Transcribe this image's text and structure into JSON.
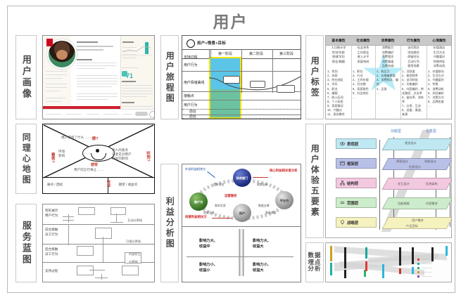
{
  "slide": {
    "title": "用户"
  },
  "sections": {
    "persona": {
      "label": "用户画像"
    },
    "empathy": {
      "label": "同理心地图"
    },
    "blueprint": {
      "label": "服务蓝图"
    },
    "journey": {
      "label": "用户旅程图"
    },
    "stakeholder": {
      "label": "利益分析图"
    },
    "tags": {
      "label": "用户标签"
    },
    "ux5": {
      "label": "用户体验五要素"
    },
    "datapoint": {
      "label": "数据埋点分析"
    }
  },
  "journey": {
    "header": "用户+情景+目标",
    "stages": [
      "第一阶段",
      "第二阶段",
      "第三阶段"
    ],
    "rows": [
      "用户行为",
      "用户情绪曲线",
      "接触点",
      "用户行为",
      "前台",
      "后台",
      "支持过程"
    ],
    "highlight_color": "#f3e500",
    "emotion_band_color": "#5bc5e8",
    "stage_band_color": "#6cc2a0"
  },
  "stakeholder": {
    "nodes": [
      "政府部门",
      "商户方",
      "平台方",
      "用户"
    ],
    "edge_labels": [
      "提供资金",
      "政策支持",
      "运营服务",
      "需求反馈",
      "数据支撑",
      "收益分成",
      "服务体验",
      "交易佣金"
    ],
    "callouts": [
      "核心利益相关者分析",
      "外部利益相关方",
      "间接利益相关方"
    ],
    "quadrants": [
      "影响力大、\n收益中",
      "影响力大、\n收益大",
      "影响力小、\n收益小",
      "影响力小、\n收益大"
    ]
  },
  "tags": {
    "columns": [
      "基本属性",
      "社会属性",
      "消费属性",
      "行为属性",
      "心理属性"
    ],
    "subs": [
      "人口统计学\n性别/年龄\n地域/学历\n职业/婚姻",
      "社会关系\n工作职业\n收入水平\n家庭构成",
      "消费能力\n消费偏好\n消费频次\n消费渠道\n品牌忠诚",
      "访问频次\n浏览路径\n停留时长\n互动行为\n使用场景",
      "价值观念\n生活方式\n兴趣爱好\n性格特征\n决策动机"
    ],
    "lists": [
      "1、性别\n2、年龄\n3、所在地区\n4、学历\n5、职业\n6、婚姻\n7、收入区间\n8、个人标签\n9、家庭情况\n10、兴趣点\n11、身份属性\n…",
      "1、职位\n2、行业\n3、工作年限\n4、社交圈\n5、家庭角色\n6、社会地位\n…",
      "1、购买力\n2、价格敏感度\n3、消费频次、偏好\n4、品类\n…",
      "1、活跃度\n2、使用频率\n3、访问时段\n4、功能偏好\n5、内容偏好、转化路径、点击率\n6、留存率、流失率\n7、分享、互动\n8、设备、渠道、来源\n…",
      "1、价值取向\n2、生活方式\n3、兴趣爱好\n4、性格\n5、消费动机\n6、风险偏好\n7、决策方式\n8、品牌态度\n…"
    ],
    "header_bg": "#c9c9c9",
    "watermark": "star-watermark"
  },
  "ux5": {
    "top_axis": [
      "功能型",
      "信息型"
    ],
    "layers": [
      {
        "name": "表现层",
        "icon": "eye-icon",
        "color": "#bfe8f2",
        "cells": [
          "视觉设计"
        ]
      },
      {
        "name": "框架层",
        "icon": "window-icon",
        "color": "#b9c0e8",
        "cells": [
          "界面设计",
          "导航设计",
          "信息设计"
        ]
      },
      {
        "name": "结构层",
        "icon": "sitemap-icon",
        "color": "#f3c9e0",
        "cells": [
          "交互设计",
          "信息架构"
        ]
      },
      {
        "name": "范围层",
        "icon": "list-icon",
        "color": "#cdeccb",
        "cells": [
          "功能规格",
          "内容需求"
        ]
      },
      {
        "name": "战略层",
        "icon": "bulb-icon",
        "color": "#f6f2bf",
        "cells": [
          "用户需求",
          "产品目标"
        ]
      }
    ]
  },
  "datapoint": {
    "type": "sankey"
  }
}
